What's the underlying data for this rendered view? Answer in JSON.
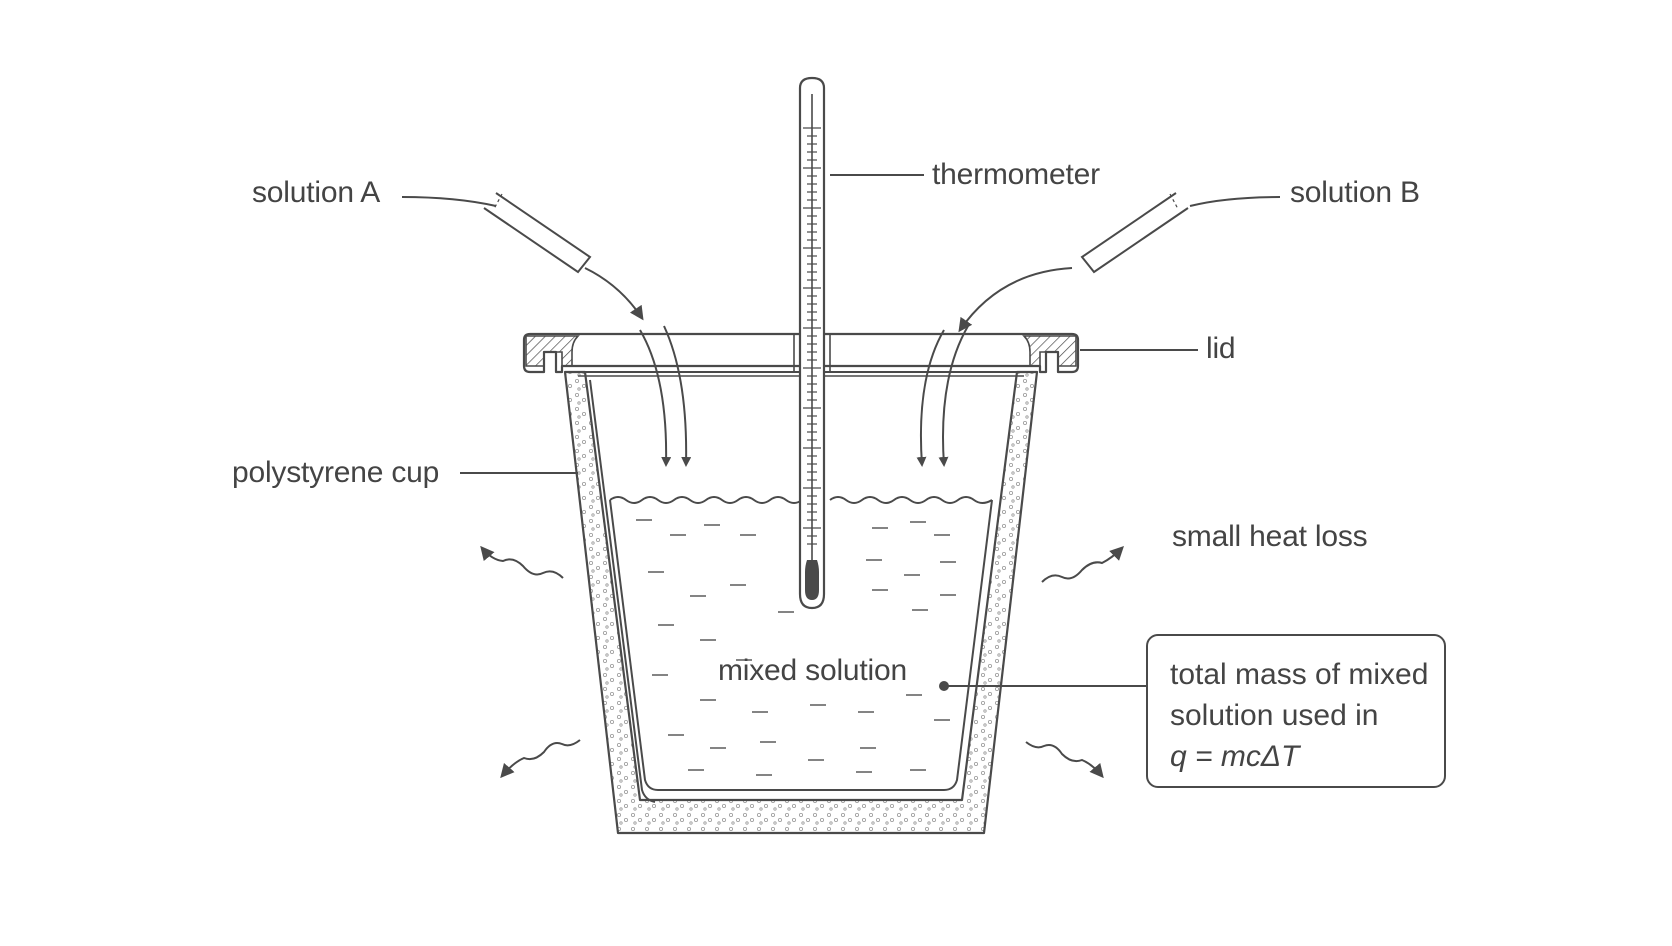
{
  "labels": {
    "solution_a": "solution A",
    "solution_b": "solution B",
    "thermometer": "thermometer",
    "lid": "lid",
    "cup": "polystyrene cup",
    "heat_loss": "small heat loss",
    "mixed": "mixed solution"
  },
  "note": {
    "line1": "total mass of mixed",
    "line2": "solution used in",
    "equation": "q = mcΔT"
  },
  "colors": {
    "stroke": "#4a4a4a",
    "text": "#444444",
    "background": "#ffffff"
  }
}
